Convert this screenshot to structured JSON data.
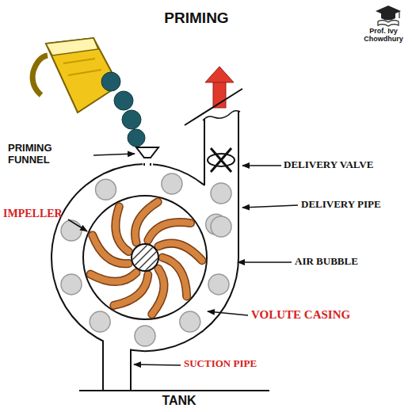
{
  "diagram": {
    "title": "PRIMING",
    "labels": [
      "Prof. Ivy Chowdhury",
      "PRIMING FUNNEL",
      "DELIVERY VALVE",
      "DELIVERY PIPE",
      "IMPELLER",
      "AIR BUBBLE",
      "VOLUTE CASING",
      "SUCTION PIPE",
      "TANK"
    ]
  }
}
